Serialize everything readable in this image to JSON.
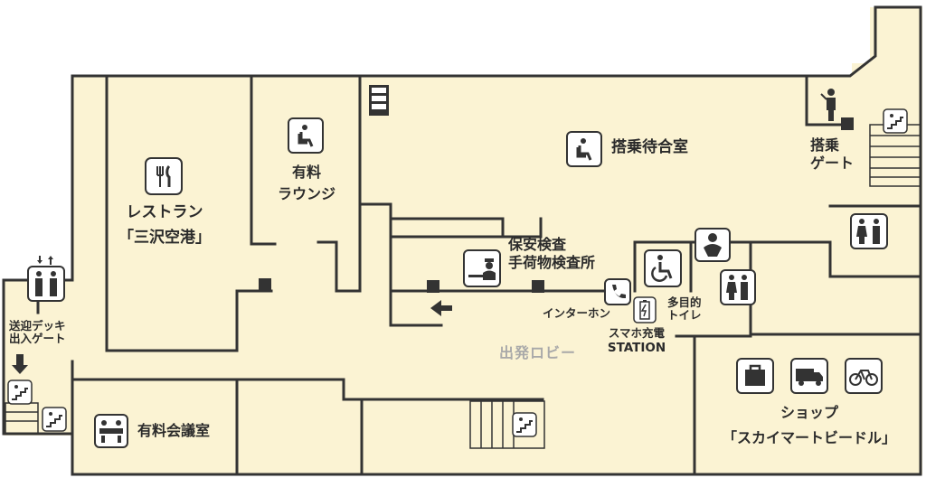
{
  "colors": {
    "floor": "#fbf3d3",
    "wall": "#333333",
    "icon_fill": "#333333",
    "icon_bg": "#ffffff",
    "lobby_text": "#a9a9a9"
  },
  "rooms": {
    "restaurant": {
      "line1": "レストラン",
      "line2": "「三沢空港」",
      "icon": "restaurant-icon"
    },
    "lounge": {
      "line1": "有料",
      "line2": "ラウンジ",
      "icon": "lounge-seat-icon"
    },
    "waiting_room": {
      "label": "搭乗待合室",
      "icon": "waiting-seat-icon"
    },
    "security": {
      "line1": "保安検査",
      "line2": "手荷物検査所",
      "icon": "security-officer-icon"
    },
    "boarding_gate": {
      "line1": "搭乗",
      "line2": "ゲート",
      "icon": "person-standing-icon"
    },
    "deck_gate": {
      "line1": "送迎デッキ",
      "line2": "出入ゲート",
      "icon": "restroom-icon"
    },
    "intercom": {
      "label": "インターホン",
      "icon": "telephone-icon"
    },
    "multipurpose_toilet": {
      "line1": "多目的",
      "line2": "トイレ",
      "icon": "wheelchair-icon"
    },
    "charging": {
      "line1": "スマホ充電",
      "line2": "STATION",
      "icon": "battery-charge-icon"
    },
    "lobby": {
      "label": "出発ロビー"
    },
    "meeting_room": {
      "label": "有料会議室",
      "icon": "meeting-icon"
    },
    "shop": {
      "line1": "ショップ",
      "line2": "「スカイマートビードル」",
      "icons": [
        "bag-icon",
        "truck-icon",
        "bicycle-icon"
      ]
    }
  }
}
